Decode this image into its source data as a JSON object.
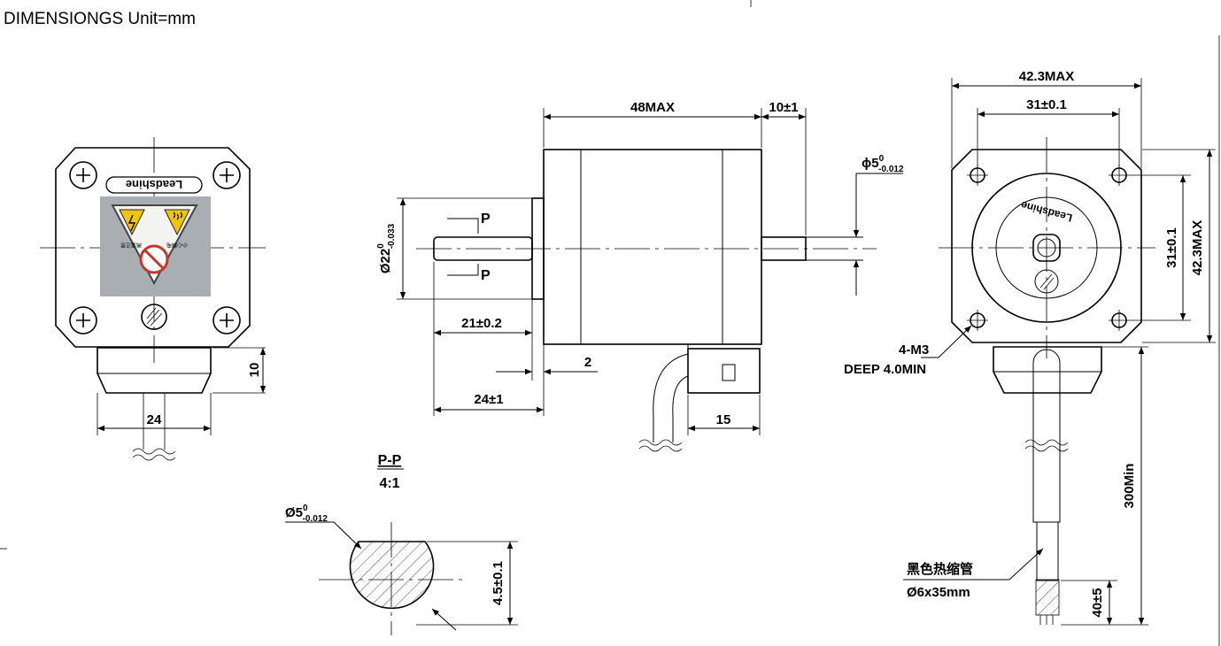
{
  "title": "DIMENSIONGS Unit=mm",
  "front_view": {
    "brand": "Leadshine",
    "label_lines": [
      "高温注意",
      "小心触电"
    ],
    "dim_connector_height": "10",
    "dim_connector_width": "24"
  },
  "side_view": {
    "dim_body_length": "48MAX",
    "dim_shaft_length": "10±1",
    "dim_shaft_dia_main": "ϕ5",
    "dim_shaft_dia_upper": "0",
    "dim_shaft_dia_lower": "-0.012",
    "dim_boss_dia_main": "Ø22",
    "dim_boss_dia_upper": "0",
    "dim_boss_dia_lower": "-0.033",
    "section_mark": "P",
    "dim_flat_length": "21±0.2",
    "dim_boss_height": "2",
    "dim_rear_shaft": "24±1",
    "dim_connector": "15"
  },
  "rear_view": {
    "brand": "Leadshine",
    "dim_width_max": "42.3MAX",
    "dim_hole_spacing_h": "31±0.1",
    "dim_hole_spacing_v": "31±0.1",
    "dim_height_max": "42.3MAX",
    "holes_callout": "4-M3",
    "holes_depth": "DEEP 4.0MIN",
    "dim_cable_length": "300Min",
    "tube_label": "黑色热缩管",
    "tube_size": "Ø6x35mm",
    "dim_strip_length": "40±5"
  },
  "section_view": {
    "title": "P-P",
    "scale": "4:1",
    "dim_dia_main": "Ø5",
    "dim_dia_upper": "0",
    "dim_dia_lower": "-0.012",
    "dim_flat": "4.5±0.1"
  }
}
